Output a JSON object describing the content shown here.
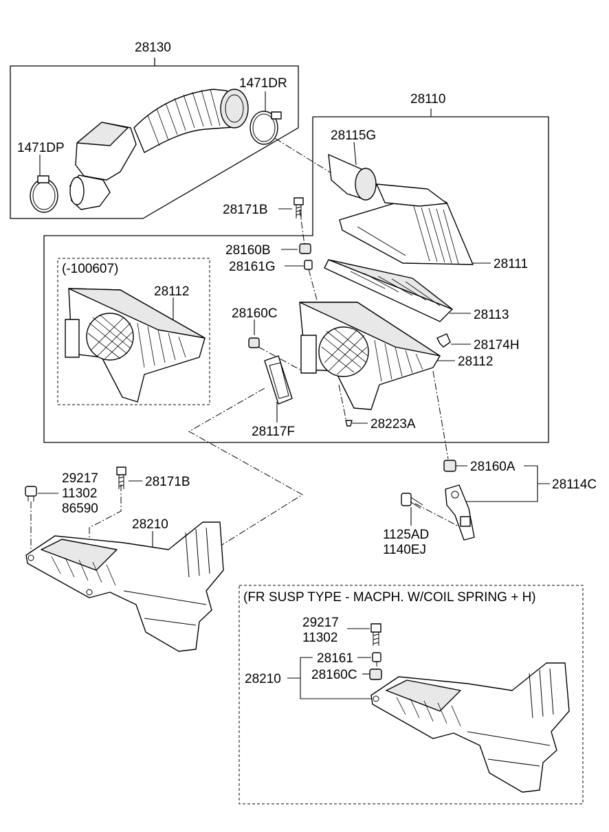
{
  "labels": {
    "hose_assembly": "28130",
    "clamp_right": "1471DR",
    "clamp_left": "1471DP",
    "cleaner_assembly": "28110",
    "duct": "28115G",
    "bolt_upper": "28171B",
    "grommet_upper": "28160B",
    "collar_upper": "28161G",
    "cover": "28111",
    "variant_note": "(-100607)",
    "body_variant": "28112",
    "filter_element": "28113",
    "grommet_side": "28160C",
    "clip": "28174H",
    "body_main": "28112",
    "resonator_pad": "28117F",
    "screw": "28223A",
    "grommet_lower": "28160A",
    "bracket_assembly": "28114C",
    "bolt_left_1": "29217",
    "bolt_left_2": "11302",
    "bolt_left_3": "86590",
    "bolt_intake": "28171B",
    "intake_duct": "28210",
    "bracket_bolt_1": "1125AD",
    "bracket_bolt_2": "1140EJ",
    "alt_title": "(FR SUSP TYPE - MACPH. W/COIL SPRING + H)",
    "alt_bolt_1": "29217",
    "alt_bolt_2": "11302",
    "alt_collar": "28161",
    "alt_grommet": "28160C",
    "alt_duct": "28210"
  }
}
